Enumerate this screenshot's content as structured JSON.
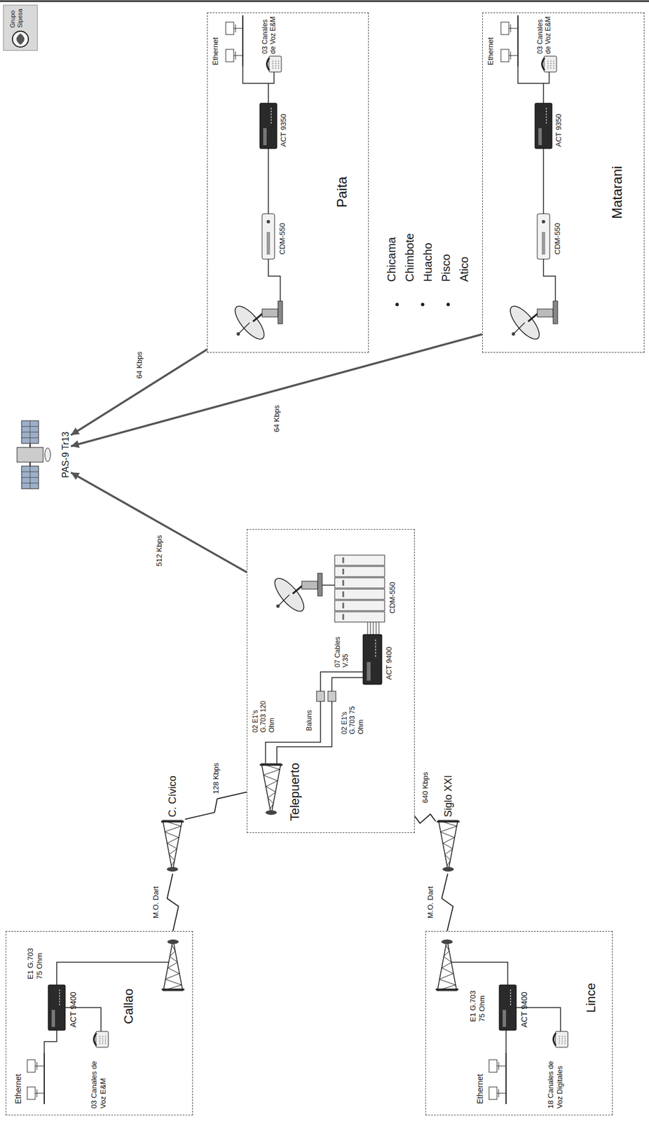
{
  "diagram": {
    "nodes": [
      {
        "text": [
          "Callao"
        ]
      },
      {
        "text": [
          "C. Cívico"
        ]
      },
      {
        "text": [
          "Lince"
        ]
      },
      {
        "text": [
          "Siglo XXI"
        ]
      },
      {
        "text": [
          "Telepuerto"
        ]
      },
      {
        "text": [
          "PAS-9 Tr13"
        ]
      },
      {
        "text": [
          "Paita"
        ]
      },
      {
        "text": [
          "Matarani"
        ]
      }
    ],
    "edges": [
      {
        "from": 0,
        "to": 1,
        "arrow": "none",
        "label": "M.O. Dart"
      },
      {
        "from": 1,
        "to": 4,
        "arrow": "none",
        "label": "128 Kbps"
      },
      {
        "from": 2,
        "to": 3,
        "arrow": "none",
        "label": "M.O. Dart"
      },
      {
        "from": 3,
        "to": 4,
        "arrow": "none",
        "label": "640 Kbps"
      },
      {
        "from": 4,
        "to": 5,
        "arrow": "to",
        "label": "512 Kbps"
      },
      {
        "from": 6,
        "to": 5,
        "arrow": "to",
        "label": "64 Kbps"
      },
      {
        "from": 7,
        "to": 5,
        "arrow": "to",
        "label": "64 Kbps"
      }
    ],
    "labels": [
      "Grupo Sipesa",
      "Ethernet",
      "ACT 9400",
      "E1 G.703 75 Ohm",
      "03 Canales de Voz E&M",
      "Ethernet",
      "ACT 9400",
      "E1 G.703 75 Ohm",
      "18 Canales de Voz Digitales",
      "02 E1's G.703 120 Ohm",
      "Baluns",
      "02 E1's G.703 75 Ohm",
      "ACT 9400",
      "07 Cables V.35",
      "CDM-550",
      "CDM-550",
      "ACT 9350",
      "Ethernet",
      "03 Canales de Voz E&M",
      "Chicama",
      "Chimbote",
      "Huacho",
      "Pisco",
      "Atico",
      "CDM-550",
      "ACT 9350",
      "Ethernet",
      "03 Canales de Voz E&M"
    ]
  }
}
